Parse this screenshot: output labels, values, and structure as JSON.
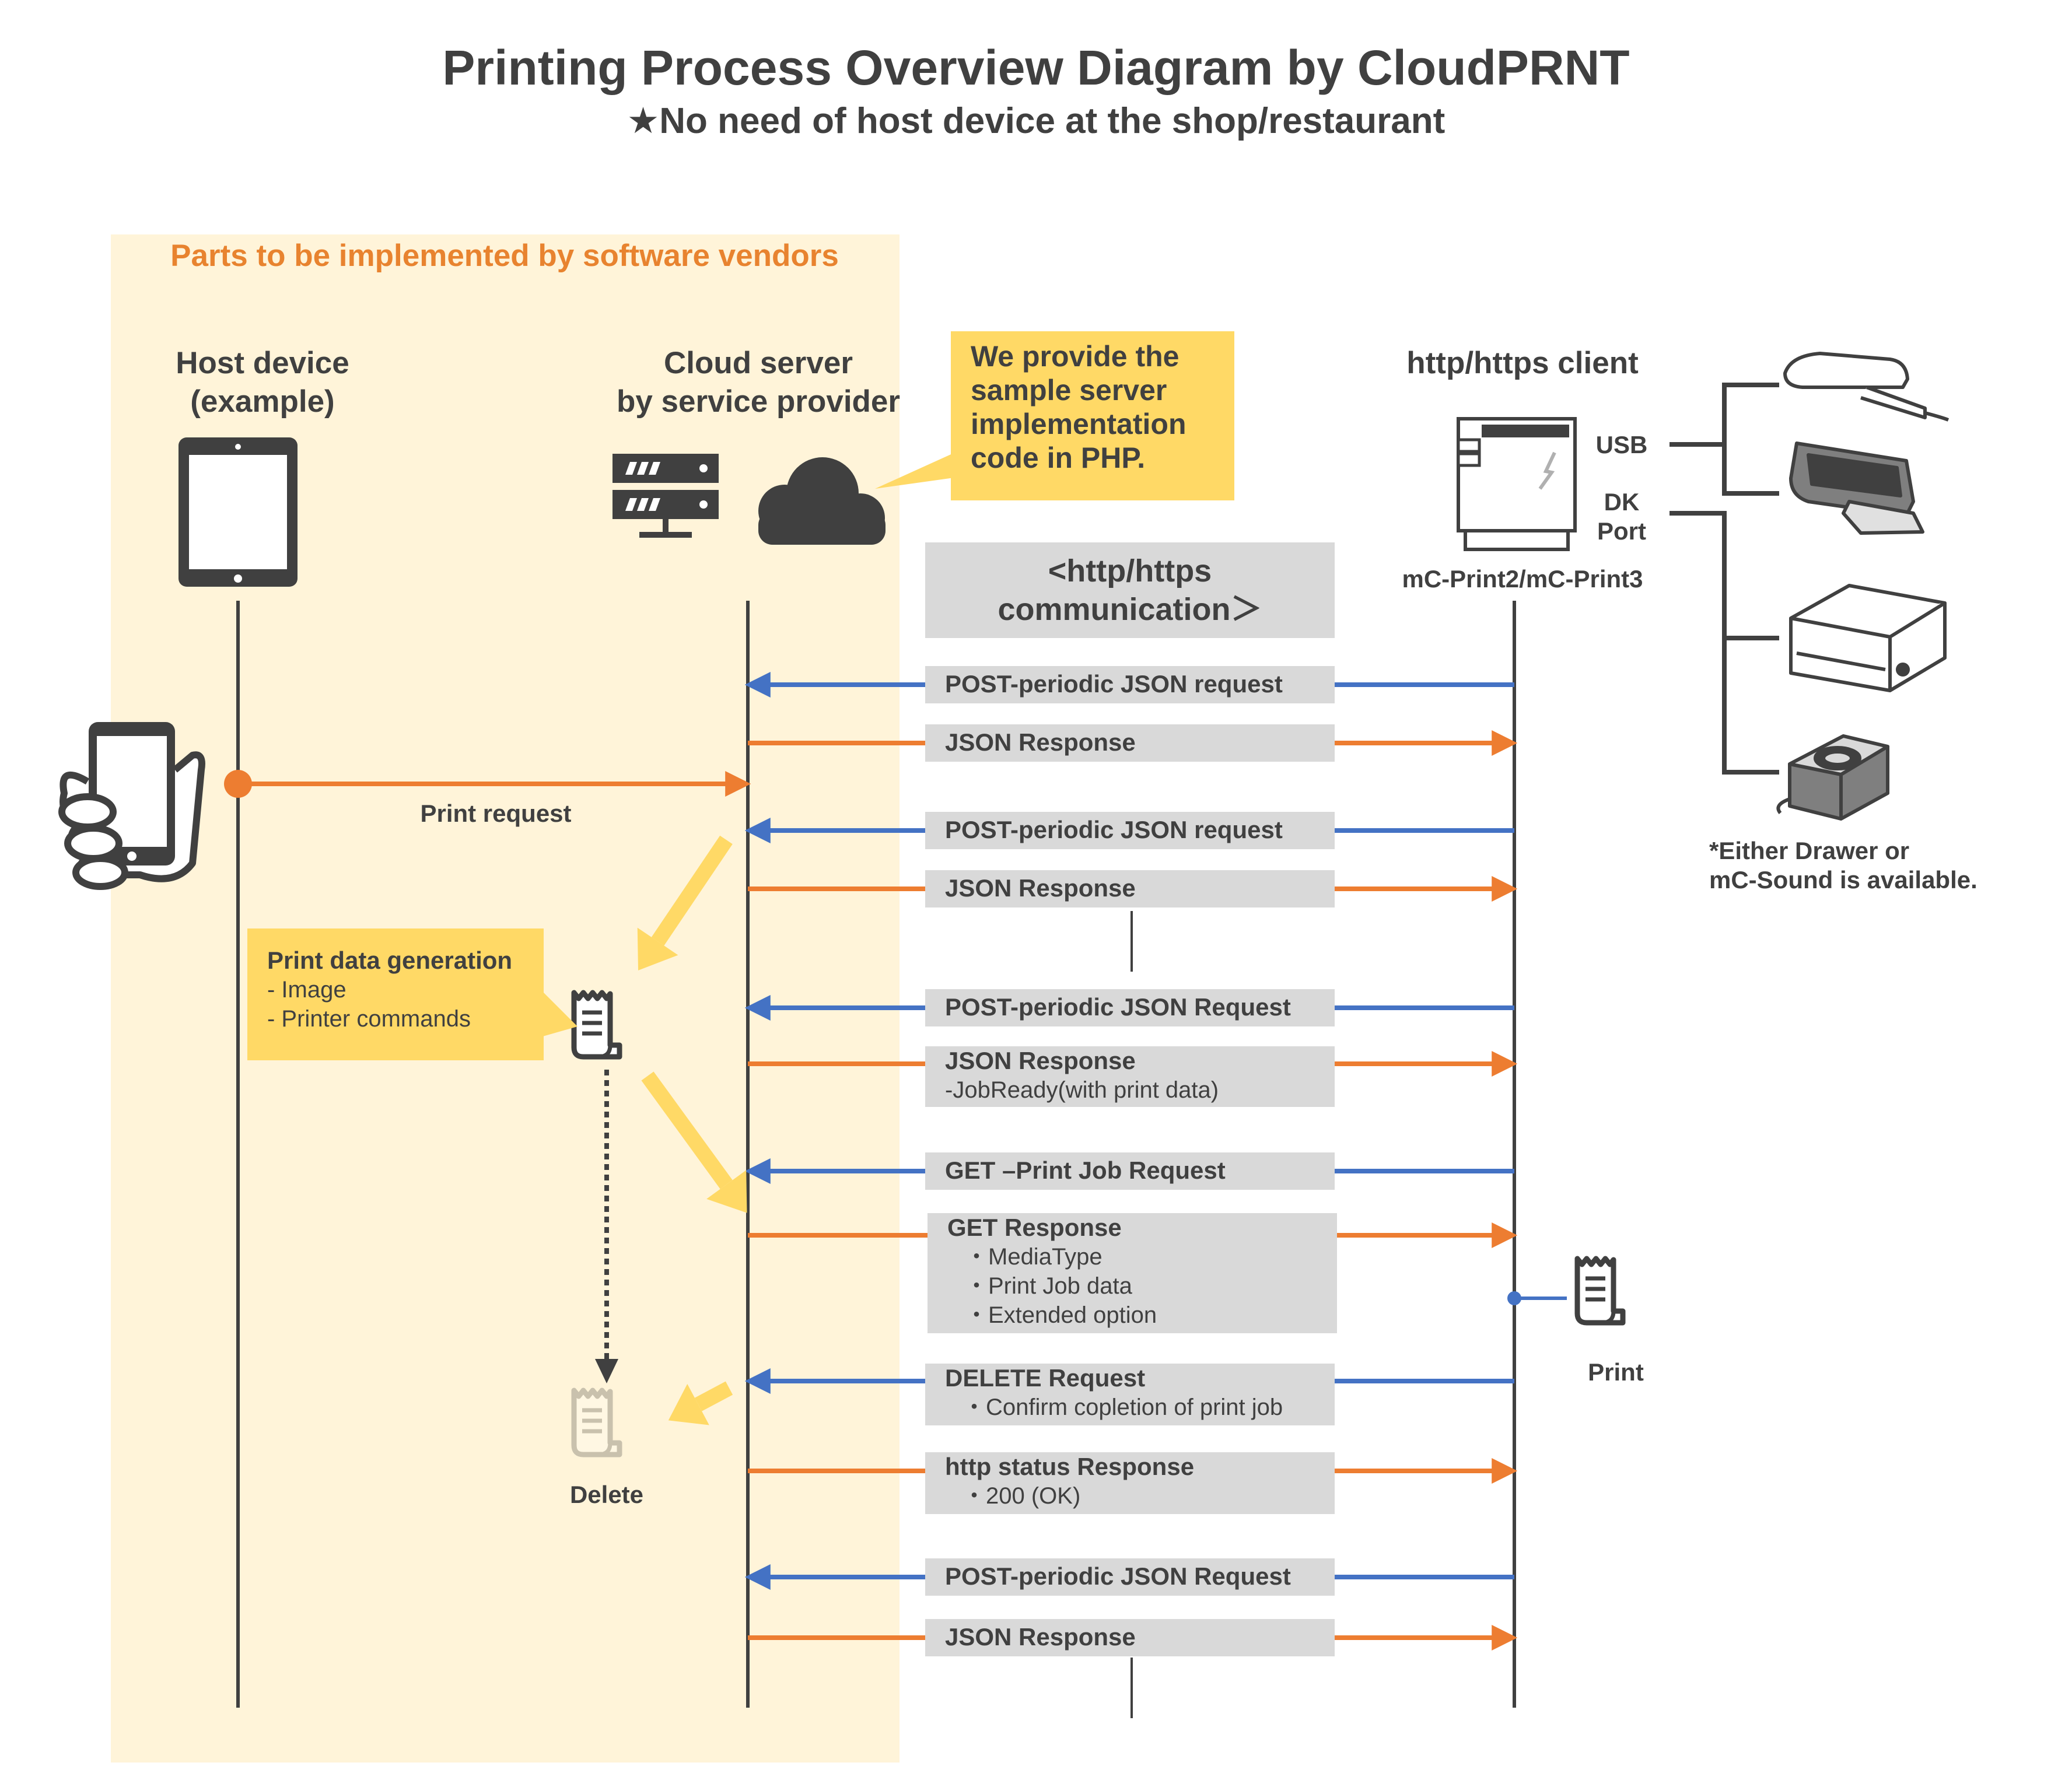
{
  "title": "Printing Process Overview Diagram by CloudPRNT",
  "subtitle": "★No need of host device at the shop/restaurant",
  "vendor_zone_label": "Parts to be implemented by software vendors",
  "columns": {
    "host": {
      "line1": "Host device",
      "line2": "(example)"
    },
    "cloud": {
      "line1": "Cloud server",
      "line2": "by service provider"
    },
    "client": {
      "title": "http/https client",
      "printer_model": "mC-Print2/mC-Print3"
    }
  },
  "php_callout": {
    "lines": [
      "We provide the",
      "sample server",
      "implementation",
      "code in PHP."
    ]
  },
  "communication_header": {
    "line1": "<http/https",
    "line2": "communication＞"
  },
  "print_request_label": "Print request",
  "print_data_generation": {
    "title": "Print data generation",
    "items": [
      "- Image",
      "- Printer commands"
    ]
  },
  "delete_label": "Delete",
  "print_label": "Print",
  "ports": {
    "usb": "USB",
    "dk_line1": "DK",
    "dk_line2": "Port"
  },
  "peripheral_note": {
    "line1": "*Either Drawer or",
    "line2": "mC-Sound is available."
  },
  "messages": [
    {
      "direction": "to-server",
      "label": "POST-periodic JSON request"
    },
    {
      "direction": "to-client",
      "label": "JSON Response"
    },
    {
      "direction": "to-server",
      "label": "POST-periodic JSON request"
    },
    {
      "direction": "to-client",
      "label": "JSON Response"
    },
    {
      "direction": "to-server",
      "label": "POST-periodic JSON Request"
    },
    {
      "direction": "to-client",
      "label": "JSON Response",
      "details": [
        "-JobReady(with print data)"
      ]
    },
    {
      "direction": "to-server",
      "label": "GET –Print Job Request"
    },
    {
      "direction": "to-client",
      "label": "GET Response",
      "details": [
        "・MediaType",
        "・Print Job data",
        "・Extended option"
      ]
    },
    {
      "direction": "to-server",
      "label": "DELETE Request",
      "details": [
        "・Confirm copletion of print job"
      ]
    },
    {
      "direction": "to-client",
      "label": "http status Response",
      "details": [
        "・200 (OK)"
      ]
    },
    {
      "direction": "to-server",
      "label": "POST-periodic JSON Request"
    },
    {
      "direction": "to-client",
      "label": "JSON Response"
    }
  ],
  "colors": {
    "request_arrow": "#4472c4",
    "response_arrow": "#ed7d31",
    "vendor_zone": "#fff4d9",
    "callout": "#ffd966",
    "label_box": "#d9d9d9",
    "text": "#404040",
    "vendor_label": "#e8832f"
  },
  "icons": [
    "tablet-icon",
    "server-icon",
    "cloud-icon",
    "smartphone-icon",
    "receipt-icon",
    "printer-icon",
    "barcode-scanner-icon",
    "customer-display-icon",
    "cash-drawer-icon",
    "mc-sound-icon"
  ]
}
